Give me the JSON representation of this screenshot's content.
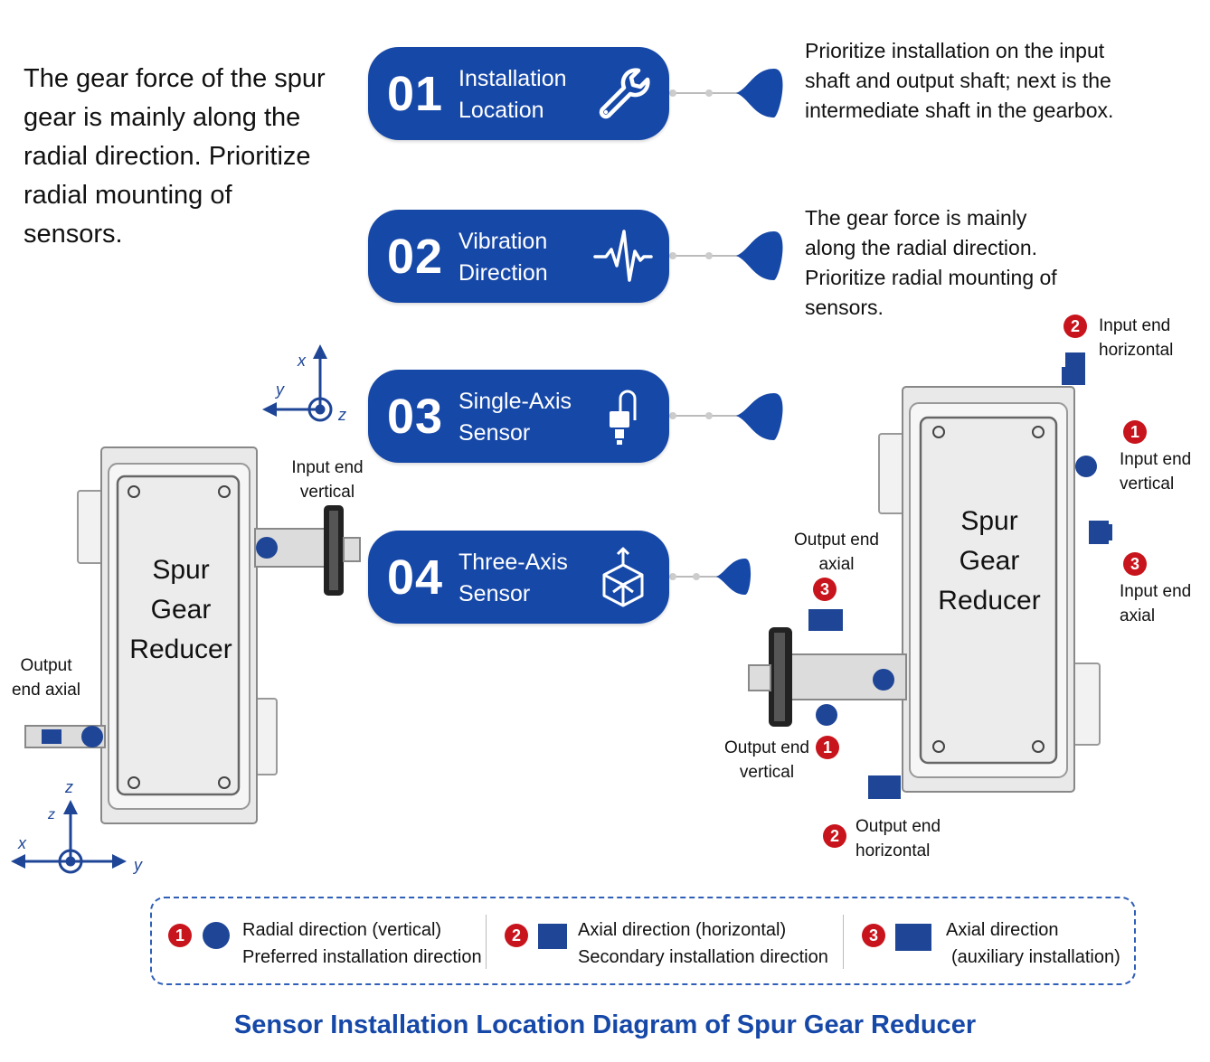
{
  "intro_text": "The gear force of the spur gear is mainly along the radial direction. Prioritize radial mounting of sensors.",
  "steps": [
    {
      "num": "01",
      "label": "Installation Location",
      "icon": "wrench-icon",
      "desc": "Prioritize installation on the input shaft and output shaft; next is the intermediate shaft in the gearbox."
    },
    {
      "num": "02",
      "label": "Vibration Direction",
      "icon": "waveform-icon",
      "desc": "The gear force is mainly along the radial direction. Prioritize radial mounting of sensors."
    },
    {
      "num": "03",
      "label": "Single-Axis Sensor",
      "icon": "single-axis-sensor-icon",
      "desc": ""
    },
    {
      "num": "04",
      "label": "Three-Axis Sensor",
      "icon": "three-axis-cube-icon",
      "desc": ""
    }
  ],
  "left_reducer": {
    "name": "Spur Gear Reducer",
    "input_label": "Input end vertical",
    "output_label": "Output end axial",
    "axes_top": {
      "x": "x",
      "y": "y",
      "z": "z"
    },
    "axes_bottom": {
      "x": "x",
      "y": "y",
      "z": "z"
    }
  },
  "right_reducer": {
    "name": "Spur Gear Reducer",
    "labels": {
      "input_horizontal": "Input end horizontal",
      "input_vertical": "Input end vertical",
      "input_axial": "Input end axial",
      "output_axial": "Output end axial",
      "output_vertical": "Output end vertical",
      "output_horizontal": "Output end horizontal"
    },
    "markers": {
      "one": "1",
      "two": "2",
      "three": "3"
    }
  },
  "legend": [
    {
      "num": "1",
      "line1": "Radial direction (vertical)",
      "line2": "Preferred installation direction"
    },
    {
      "num": "2",
      "line1": "Axial direction (horizontal)",
      "line2": "Secondary installation direction"
    },
    {
      "num": "3",
      "line1": "Axial direction",
      "line2": "(auxiliary installation)"
    }
  ],
  "caption": "Sensor Installation Location Diagram of Spur Gear Reducer",
  "colors": {
    "brand_blue": "#1648a8",
    "marker_blue": "#1e4596",
    "marker_red": "#c8141c"
  }
}
